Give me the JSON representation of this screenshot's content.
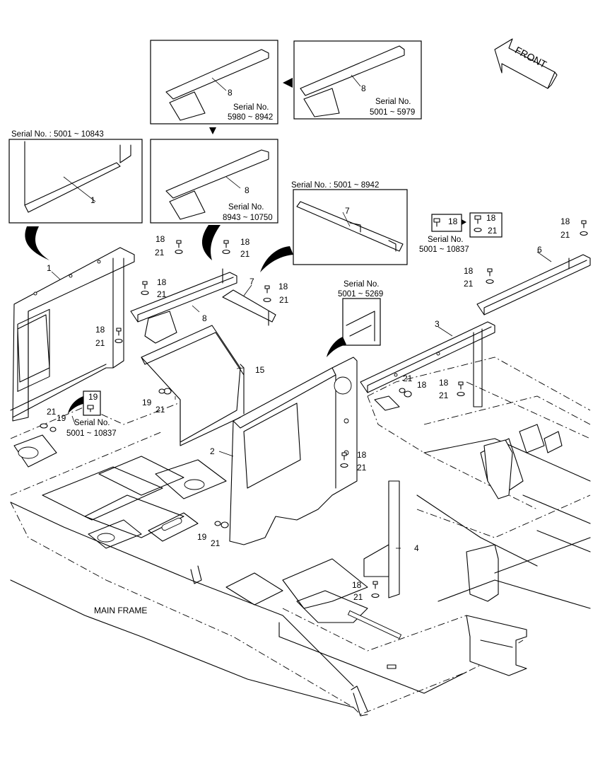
{
  "title": "",
  "front_label": "FRONT",
  "main_frame_label": "MAIN FRAME",
  "serial": {
    "s1": "Serial No. : 5001 ~ 10843",
    "s2a": "Serial No.",
    "s2b": "5980 ~ 8942",
    "s3a": "Serial No.",
    "s3b": "5001 ~ 5979",
    "s4a": "Serial No.",
    "s4b": "8943 ~ 10750",
    "s5": "Serial No.  : 5001 ~ 8942",
    "s6a": "Serial No.",
    "s6b": "5001 ~ 10837",
    "s7a": "Serial No.",
    "s7b": "5001 ~ 5269",
    "s8a": "Serial No.",
    "s8b": "5001 ~ 10837"
  },
  "parts": {
    "p1": "1",
    "p2": "2",
    "p3": "3",
    "p4": "4",
    "p6": "6",
    "p7": "7",
    "p8": "8",
    "p15": "15",
    "p18": "18",
    "p19": "19",
    "p21": "21"
  }
}
